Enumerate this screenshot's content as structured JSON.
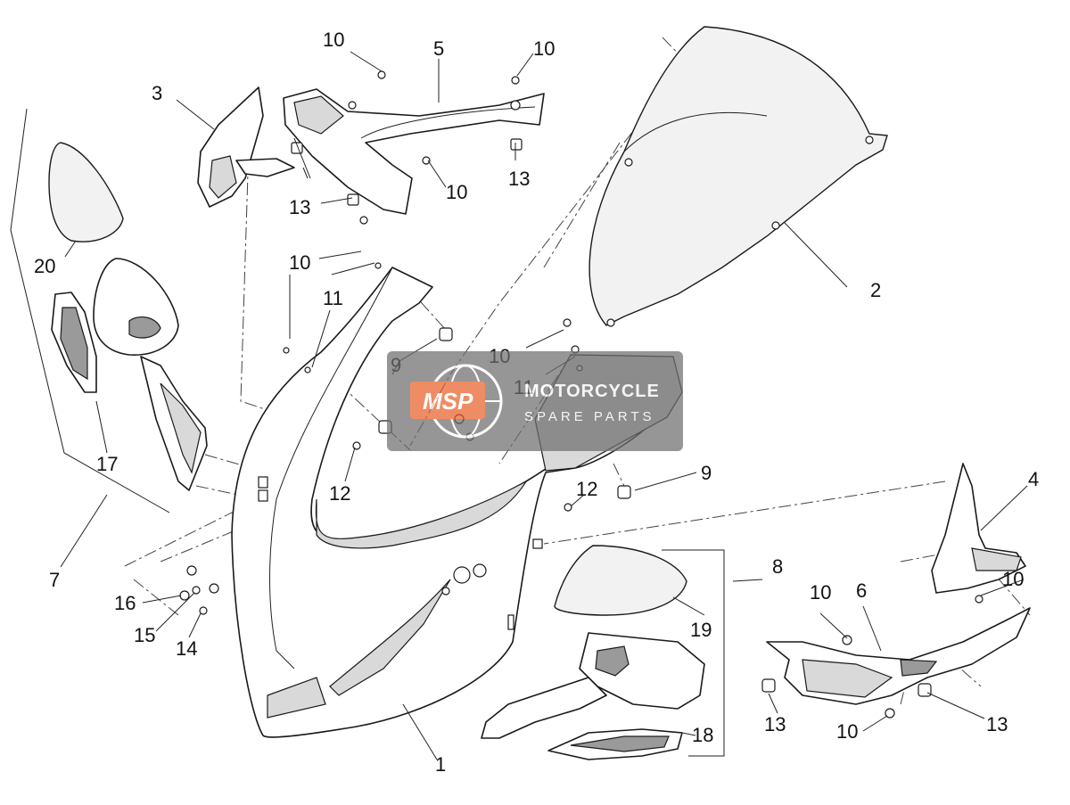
{
  "watermark": {
    "logo": "MSP",
    "line1": "MOTORCYCLE",
    "line2": "SPARE PARTS",
    "colors": {
      "panel": "#6f6f6f",
      "accent": "#e8622a"
    }
  },
  "callouts": {
    "l1": "1",
    "l2": "2",
    "l3": "3",
    "l4": "4",
    "l5": "5",
    "l6": "6",
    "l7": "7",
    "l8": "8",
    "l9a": "9",
    "l9b": "9",
    "l10a": "10",
    "l10b": "10",
    "l10c": "10",
    "l10d": "10",
    "l10e": "10",
    "l10f": "10",
    "l10g": "10",
    "l10h": "10",
    "l11a": "11",
    "l11b": "11",
    "l12a": "12",
    "l12b": "12",
    "l13a": "13",
    "l13b": "13",
    "l13c": "13",
    "l13d": "13",
    "l14": "14",
    "l15": "15",
    "l16": "16",
    "l17": "17",
    "l18": "18",
    "l19": "19",
    "l20": "20"
  }
}
